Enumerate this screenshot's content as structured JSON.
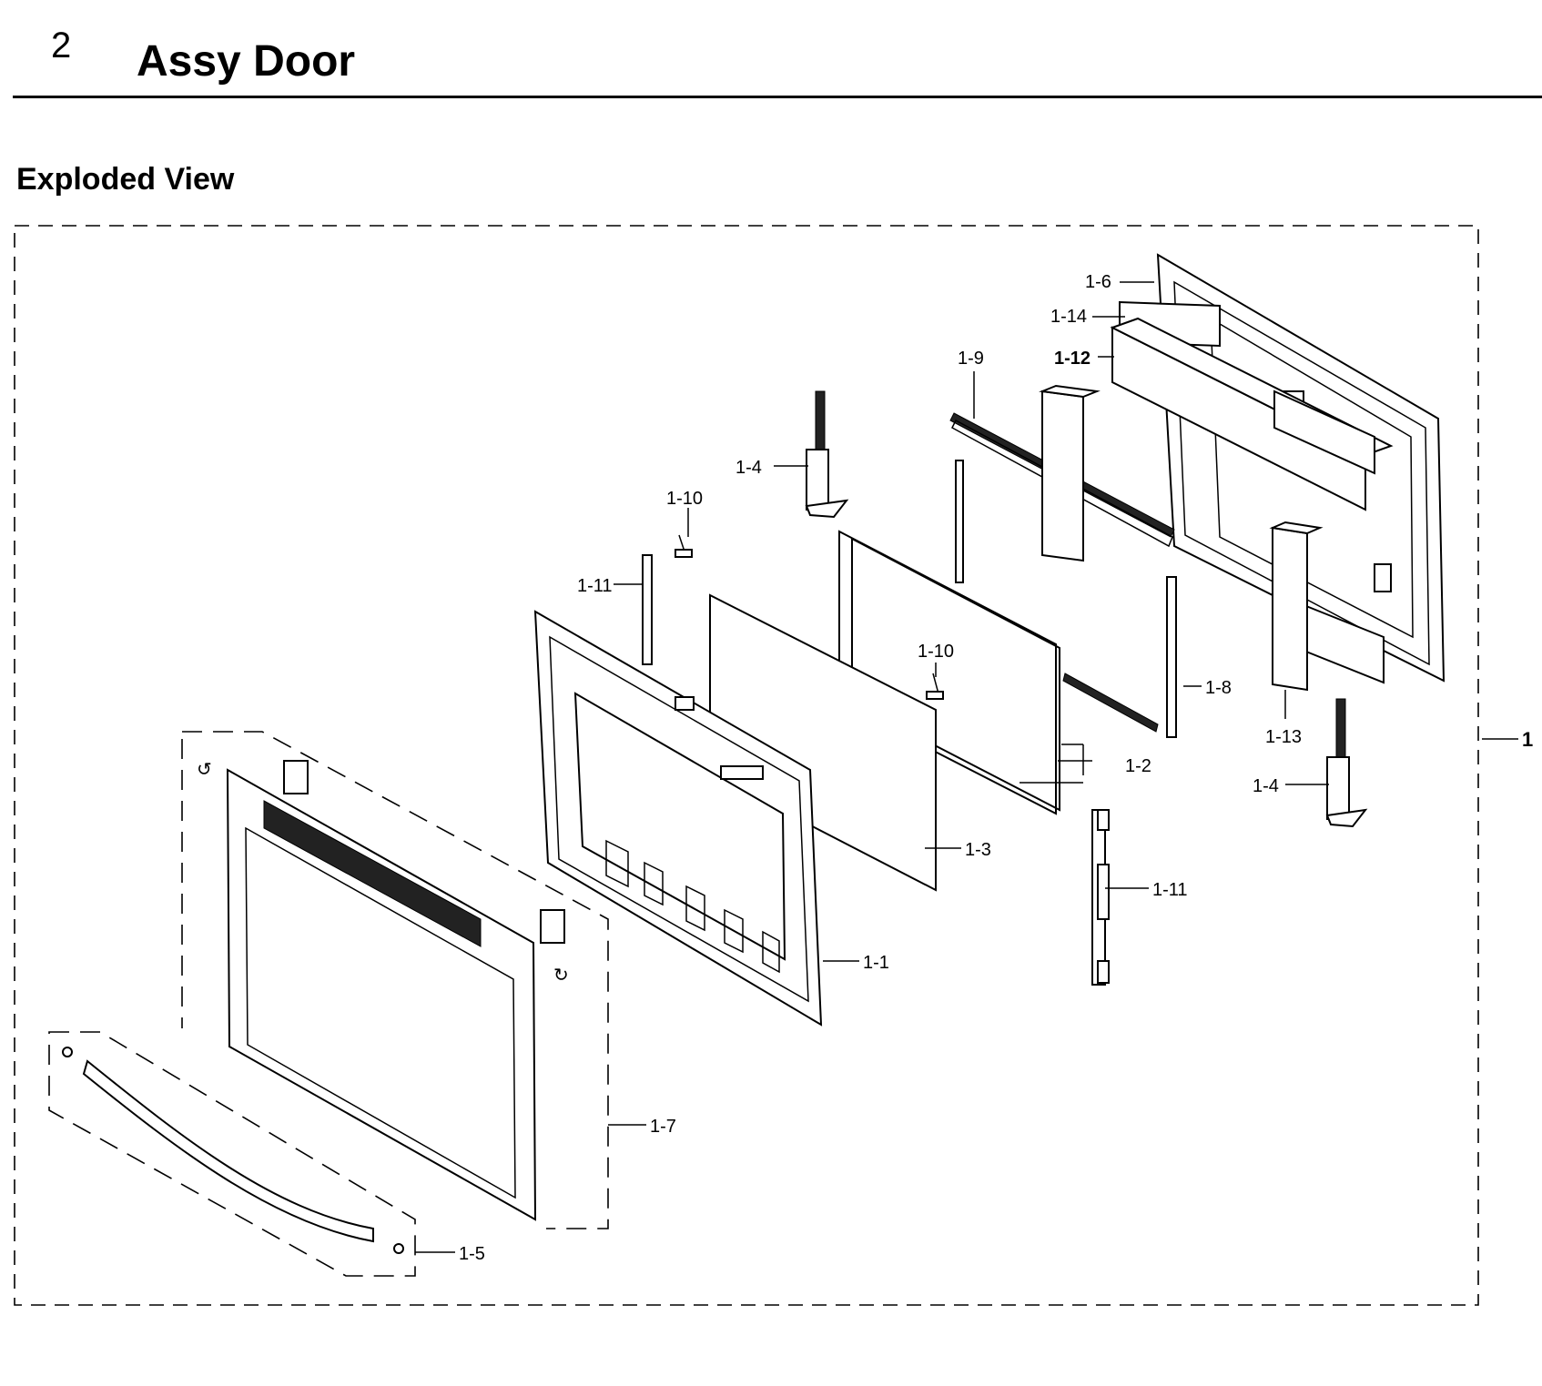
{
  "section": {
    "number": "2",
    "title": "Assy Door"
  },
  "view_title": "Exploded View",
  "callouts": {
    "assembly": "1",
    "p1_1": "1-1",
    "p1_2": "1-2",
    "p1_3": "1-3",
    "p1_4a": "1-4",
    "p1_4b": "1-4",
    "p1_5": "1-5",
    "p1_6": "1-6",
    "p1_7": "1-7",
    "p1_8": "1-8",
    "p1_9": "1-9",
    "p1_10a": "1-10",
    "p1_10b": "1-10",
    "p1_11a": "1-11",
    "p1_11b": "1-11",
    "p1_12": "1-12",
    "p1_13": "1-13",
    "p1_14": "1-14"
  }
}
